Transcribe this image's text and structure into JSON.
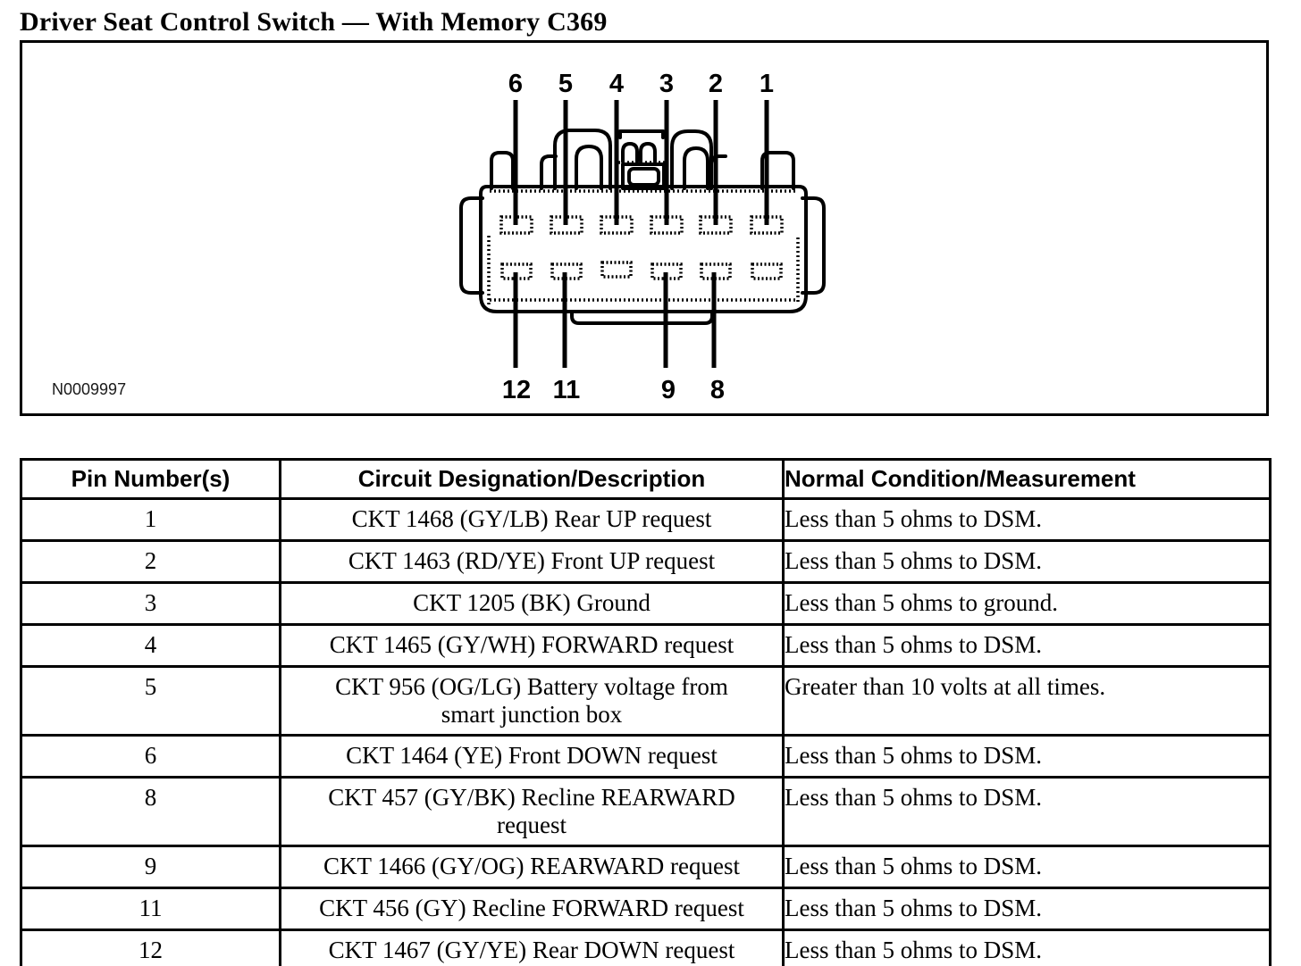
{
  "page": {
    "title": "Driver Seat Control Switch — With Memory C369"
  },
  "diagram": {
    "figure_id": "N0009997",
    "top_pins": [
      "6",
      "5",
      "4",
      "3",
      "2",
      "1"
    ],
    "bottom_pins": [
      "12",
      "11",
      "9",
      "8"
    ]
  },
  "table": {
    "headers": {
      "pin": "Pin Number(s)",
      "circuit": "Circuit Designation/Description",
      "condition": "Normal Condition/Measurement"
    },
    "rows": [
      {
        "pin": "1",
        "circuit": "CKT 1468 (GY/LB) Rear UP request",
        "condition": "Less than 5 ohms to DSM."
      },
      {
        "pin": "2",
        "circuit": "CKT 1463 (RD/YE) Front UP request",
        "condition": "Less than 5 ohms to DSM."
      },
      {
        "pin": "3",
        "circuit": "CKT 1205 (BK) Ground",
        "condition": "Less than 5 ohms to ground."
      },
      {
        "pin": "4",
        "circuit": "CKT 1465 (GY/WH) FORWARD request",
        "condition": "Less than 5 ohms to DSM."
      },
      {
        "pin": "5",
        "circuit": "CKT 956 (OG/LG) Battery voltage from\nsmart junction box",
        "condition": "Greater than 10 volts at all times."
      },
      {
        "pin": "6",
        "circuit": "CKT 1464 (YE) Front DOWN request",
        "condition": "Less than 5 ohms to DSM."
      },
      {
        "pin": "8",
        "circuit": "CKT 457 (GY/BK) Recline REARWARD\nrequest",
        "condition": "Less than 5 ohms to DSM."
      },
      {
        "pin": "9",
        "circuit": "CKT 1466 (GY/OG) REARWARD request",
        "condition": "Less than 5 ohms to DSM."
      },
      {
        "pin": "11",
        "circuit": "CKT 456 (GY) Recline FORWARD request",
        "condition": "Less than 5 ohms to DSM."
      },
      {
        "pin": "12",
        "circuit": "CKT 1467 (GY/YE) Rear DOWN request",
        "condition": "Less than 5 ohms to DSM."
      }
    ]
  }
}
